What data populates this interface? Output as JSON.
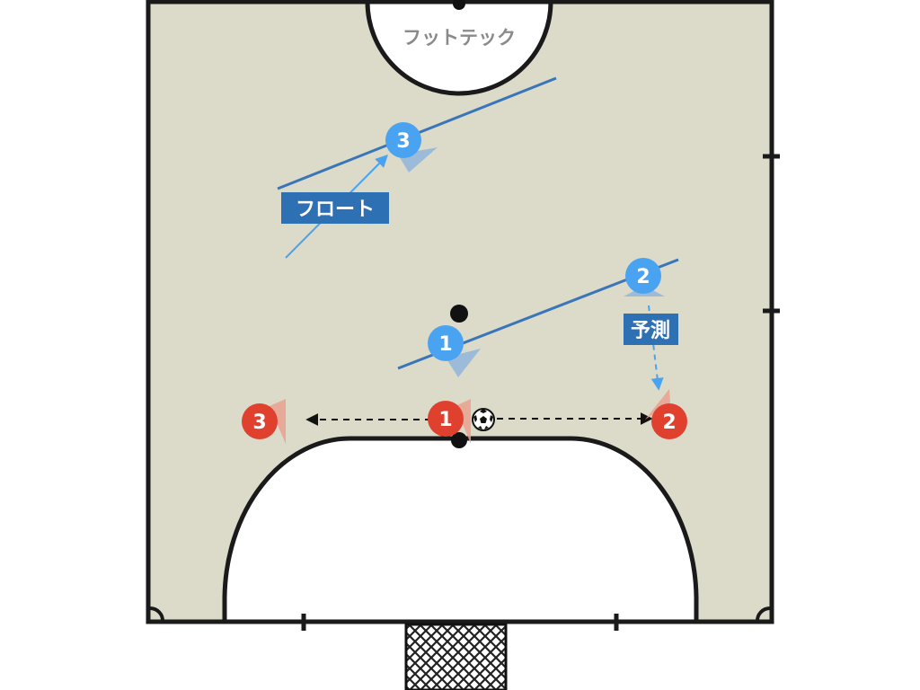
{
  "court": {
    "floor_color": "#dcdbc9",
    "line_color": "#1a1a1a",
    "area_color": "#ffffff",
    "watermark": "フットテック"
  },
  "labels": {
    "float": "フロート",
    "predict": "予測"
  },
  "colors": {
    "defender": "#4aa3f0",
    "defender_line": "#3a75b8",
    "attacker": "#e0412f",
    "label_bg": "#2e70b4",
    "pass_arrow": "#111111"
  },
  "defenders": [
    {
      "number": "3",
      "role": "defender-3"
    },
    {
      "number": "2",
      "role": "defender-2"
    },
    {
      "number": "1",
      "role": "defender-1"
    }
  ],
  "attackers": [
    {
      "number": "3",
      "role": "attacker-3"
    },
    {
      "number": "1",
      "role": "attacker-1"
    },
    {
      "number": "2",
      "role": "attacker-2"
    }
  ],
  "ball": {
    "icon": "soccer-ball-icon"
  }
}
